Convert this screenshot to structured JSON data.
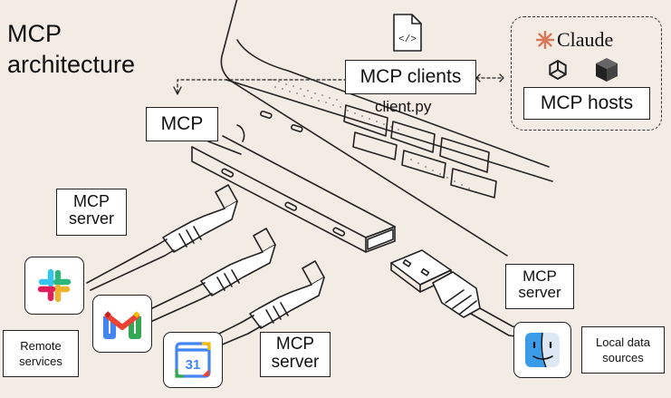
{
  "title_line1": "MCP",
  "title_line2": "architecture",
  "labels": {
    "mcp": "MCP",
    "mcp_clients": "MCP clients",
    "client_file": "client.py",
    "claude": "Claude",
    "mcp_hosts": "MCP hosts",
    "server_remote_line1": "MCP",
    "server_remote_line2": "server",
    "server_bottom_line1": "MCP",
    "server_bottom_line2": "server",
    "server_local_line1": "MCP",
    "server_local_line2": "server",
    "remote_line1": "Remote",
    "remote_line2": "services",
    "local_line1": "Local data",
    "local_line2": "sources",
    "calendar_day": "31",
    "code_glyph": "</>"
  },
  "icons": [
    "file-code-icon",
    "claude-logo-icon",
    "openai-logo-icon",
    "cube-logo-icon",
    "slack-icon",
    "gmail-icon",
    "google-calendar-icon",
    "finder-icon"
  ],
  "colors": {
    "background": "#f3ece4",
    "claude_orange": "#d97757",
    "slack": [
      "#36c5f0",
      "#2eb67d",
      "#ecb22e",
      "#e01e5a"
    ],
    "gmail": [
      "#ea4335",
      "#4285f4",
      "#34a853",
      "#fbbc04"
    ],
    "calendar_blue": "#4285f4",
    "finder_blue": "#3a9be8"
  }
}
